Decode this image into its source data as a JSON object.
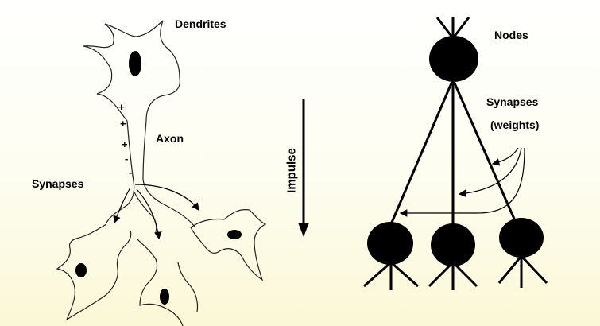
{
  "biological": {
    "dendrites_label": "Dendrites",
    "axon_label": "Axon",
    "synapses_label": "Synapses",
    "charges": [
      "+",
      "+",
      "+",
      "-",
      "-"
    ]
  },
  "impulse": {
    "label": "Impulse"
  },
  "artificial": {
    "nodes_label": "Nodes",
    "synapses_label": "Synapses",
    "weights_label": "(weights)"
  }
}
